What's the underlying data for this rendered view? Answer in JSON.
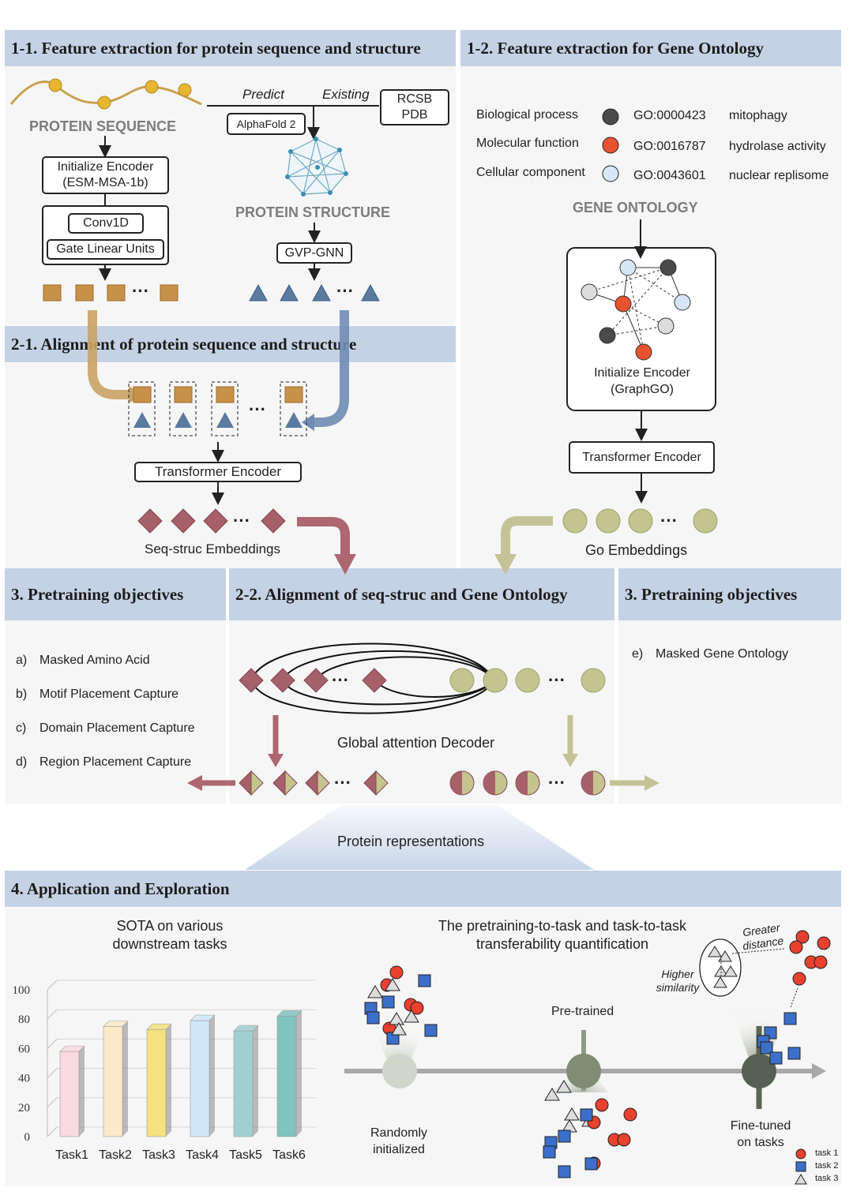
{
  "headers": {
    "h11": "1-1. Feature extraction for protein sequence and structure",
    "h12": "1-2. Feature extraction for Gene Ontology",
    "h21": "2-1. Alignment of protein sequence and structure",
    "h3a": "3. Pretraining objectives",
    "h22": "2-2. Alignment of seq-struc and Gene Ontology",
    "h3b": "3. Pretraining objectives",
    "h4": "4. Application and Exploration"
  },
  "sequence": {
    "caption": "PROTEIN SEQUENCE",
    "encoder": "Initialize Encoder (ESM-MSA-1b)",
    "conv": "Conv1D",
    "glu": "Gate Linear Units"
  },
  "structure": {
    "predict": "Predict",
    "existing": "Existing",
    "rcsb": "RCSB PDB",
    "alphafold": "AlphaFold 2",
    "caption": "PROTEIN STRUCTURE",
    "gnn": "GVP-GNN"
  },
  "ontology": {
    "rows": [
      {
        "category": "Biological process",
        "id": "GO:0000423",
        "term": "mitophagy",
        "color": "#4a4a4a"
      },
      {
        "category": "Molecular function",
        "id": "GO:0016787",
        "term": "hydrolase activity",
        "color": "#e8532f"
      },
      {
        "category": "Cellular component",
        "id": "GO:0043601",
        "term": "nuclear replisome",
        "color": "#d6e6f6"
      }
    ],
    "caption": "GENE ONTOLOGY",
    "encoder": "Initialize Encoder (GraphGO)",
    "transformer": "Transformer Encoder",
    "embeddings": "Go Embeddings"
  },
  "alignment": {
    "transformer": "Transformer Encoder",
    "embeddings": "Seq-struc Embeddings",
    "decoder": "Global attention Decoder"
  },
  "objectives_left": [
    {
      "letter": "a)",
      "text": "Masked Amino Acid"
    },
    {
      "letter": "b)",
      "text": "Motif Placement Capture"
    },
    {
      "letter": "c)",
      "text": "Domain Placement Capture"
    },
    {
      "letter": "d)",
      "text": "Region Placement Capture"
    }
  ],
  "objectives_right": [
    {
      "letter": "e)",
      "text": "Masked Gene Ontology"
    }
  ],
  "representations": "Protein representations",
  "sota": {
    "title": "SOTA on various downstream tasks"
  },
  "transfer": {
    "title": "The pretraining-to-task and task-to-task transferability quantification",
    "random": "Randomly initialized",
    "pretrained": "Pre-trained",
    "finetuned": "Fine-tuned on tasks",
    "greater": "Greater distance",
    "higher": "Higher similarity",
    "legend": [
      {
        "label": "task 1",
        "color": "#e8412e",
        "shape": "circle"
      },
      {
        "label": "task 2",
        "color": "#3b6fc9",
        "shape": "square"
      },
      {
        "label": "task 3",
        "color": "#dddddd",
        "shape": "triangle"
      }
    ]
  },
  "chart_data": {
    "type": "bar",
    "title": "SOTA on various downstream tasks",
    "categories": [
      "Task1",
      "Task2",
      "Task3",
      "Task4",
      "Task5",
      "Task6"
    ],
    "values": [
      58,
      75,
      73,
      79,
      72,
      82
    ],
    "ylim": [
      0,
      100
    ],
    "yticks": [
      "0",
      "20",
      "40",
      "60",
      "80",
      "100"
    ],
    "colors": [
      "#f9dadf",
      "#fbe9c8",
      "#f5e17f",
      "#cfe8f7",
      "#9fd0cf",
      "#7fc4be"
    ]
  }
}
